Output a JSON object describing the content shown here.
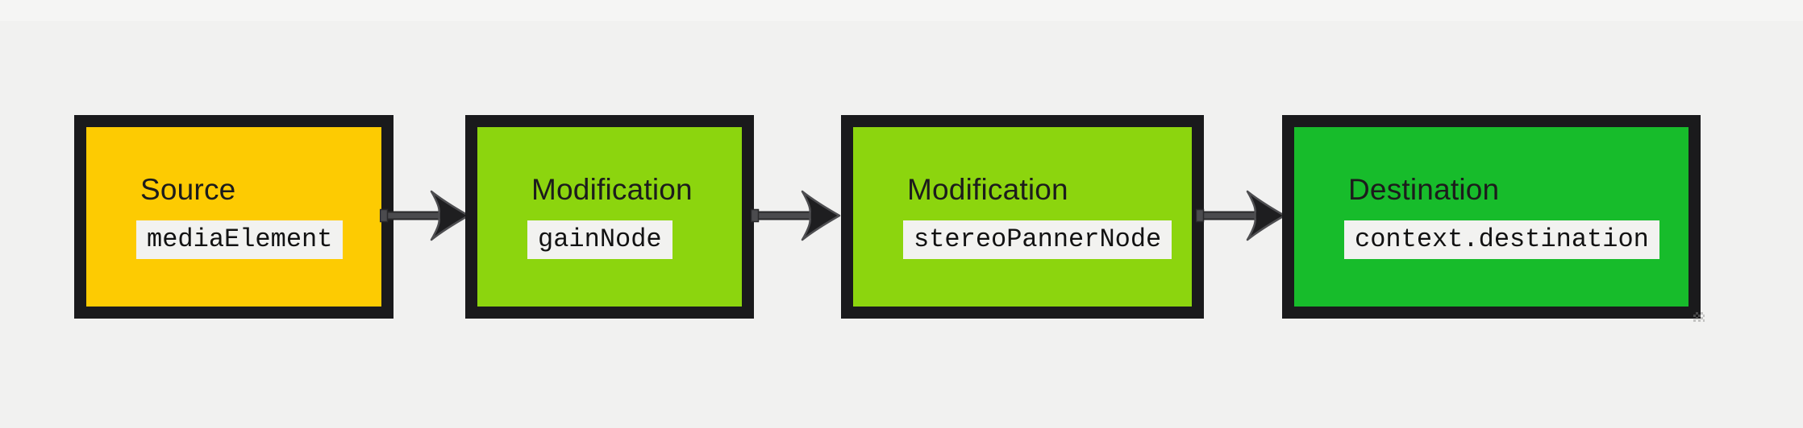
{
  "page": {
    "background_color": "#F1F1F0",
    "top_band_color": "#F5F5F4",
    "node_border_color": "#1A1A1C",
    "label_color": "#1C1C1C"
  },
  "chip": {
    "background_color": "#F2F2F0",
    "text_color": "#121212"
  },
  "nodes": [
    {
      "label": "Source",
      "code": "mediaElement",
      "fill": "#FDCB02"
    },
    {
      "label": "Modification",
      "code": "gainNode",
      "fill": "#8CD50E"
    },
    {
      "label": "Modification",
      "code": "stereoPannerNode",
      "fill": "#8CD50E"
    },
    {
      "label": "Destination",
      "code": "context.destination",
      "fill": "#17BC2B"
    }
  ],
  "connectors": {
    "icon": "right-arrow-icon",
    "count": 3,
    "shaft_color": "#4B4B4E",
    "shaft_outline_color": "#29292B",
    "head_color": "#1E1E20",
    "head_outline_color": "#4E4E51"
  }
}
